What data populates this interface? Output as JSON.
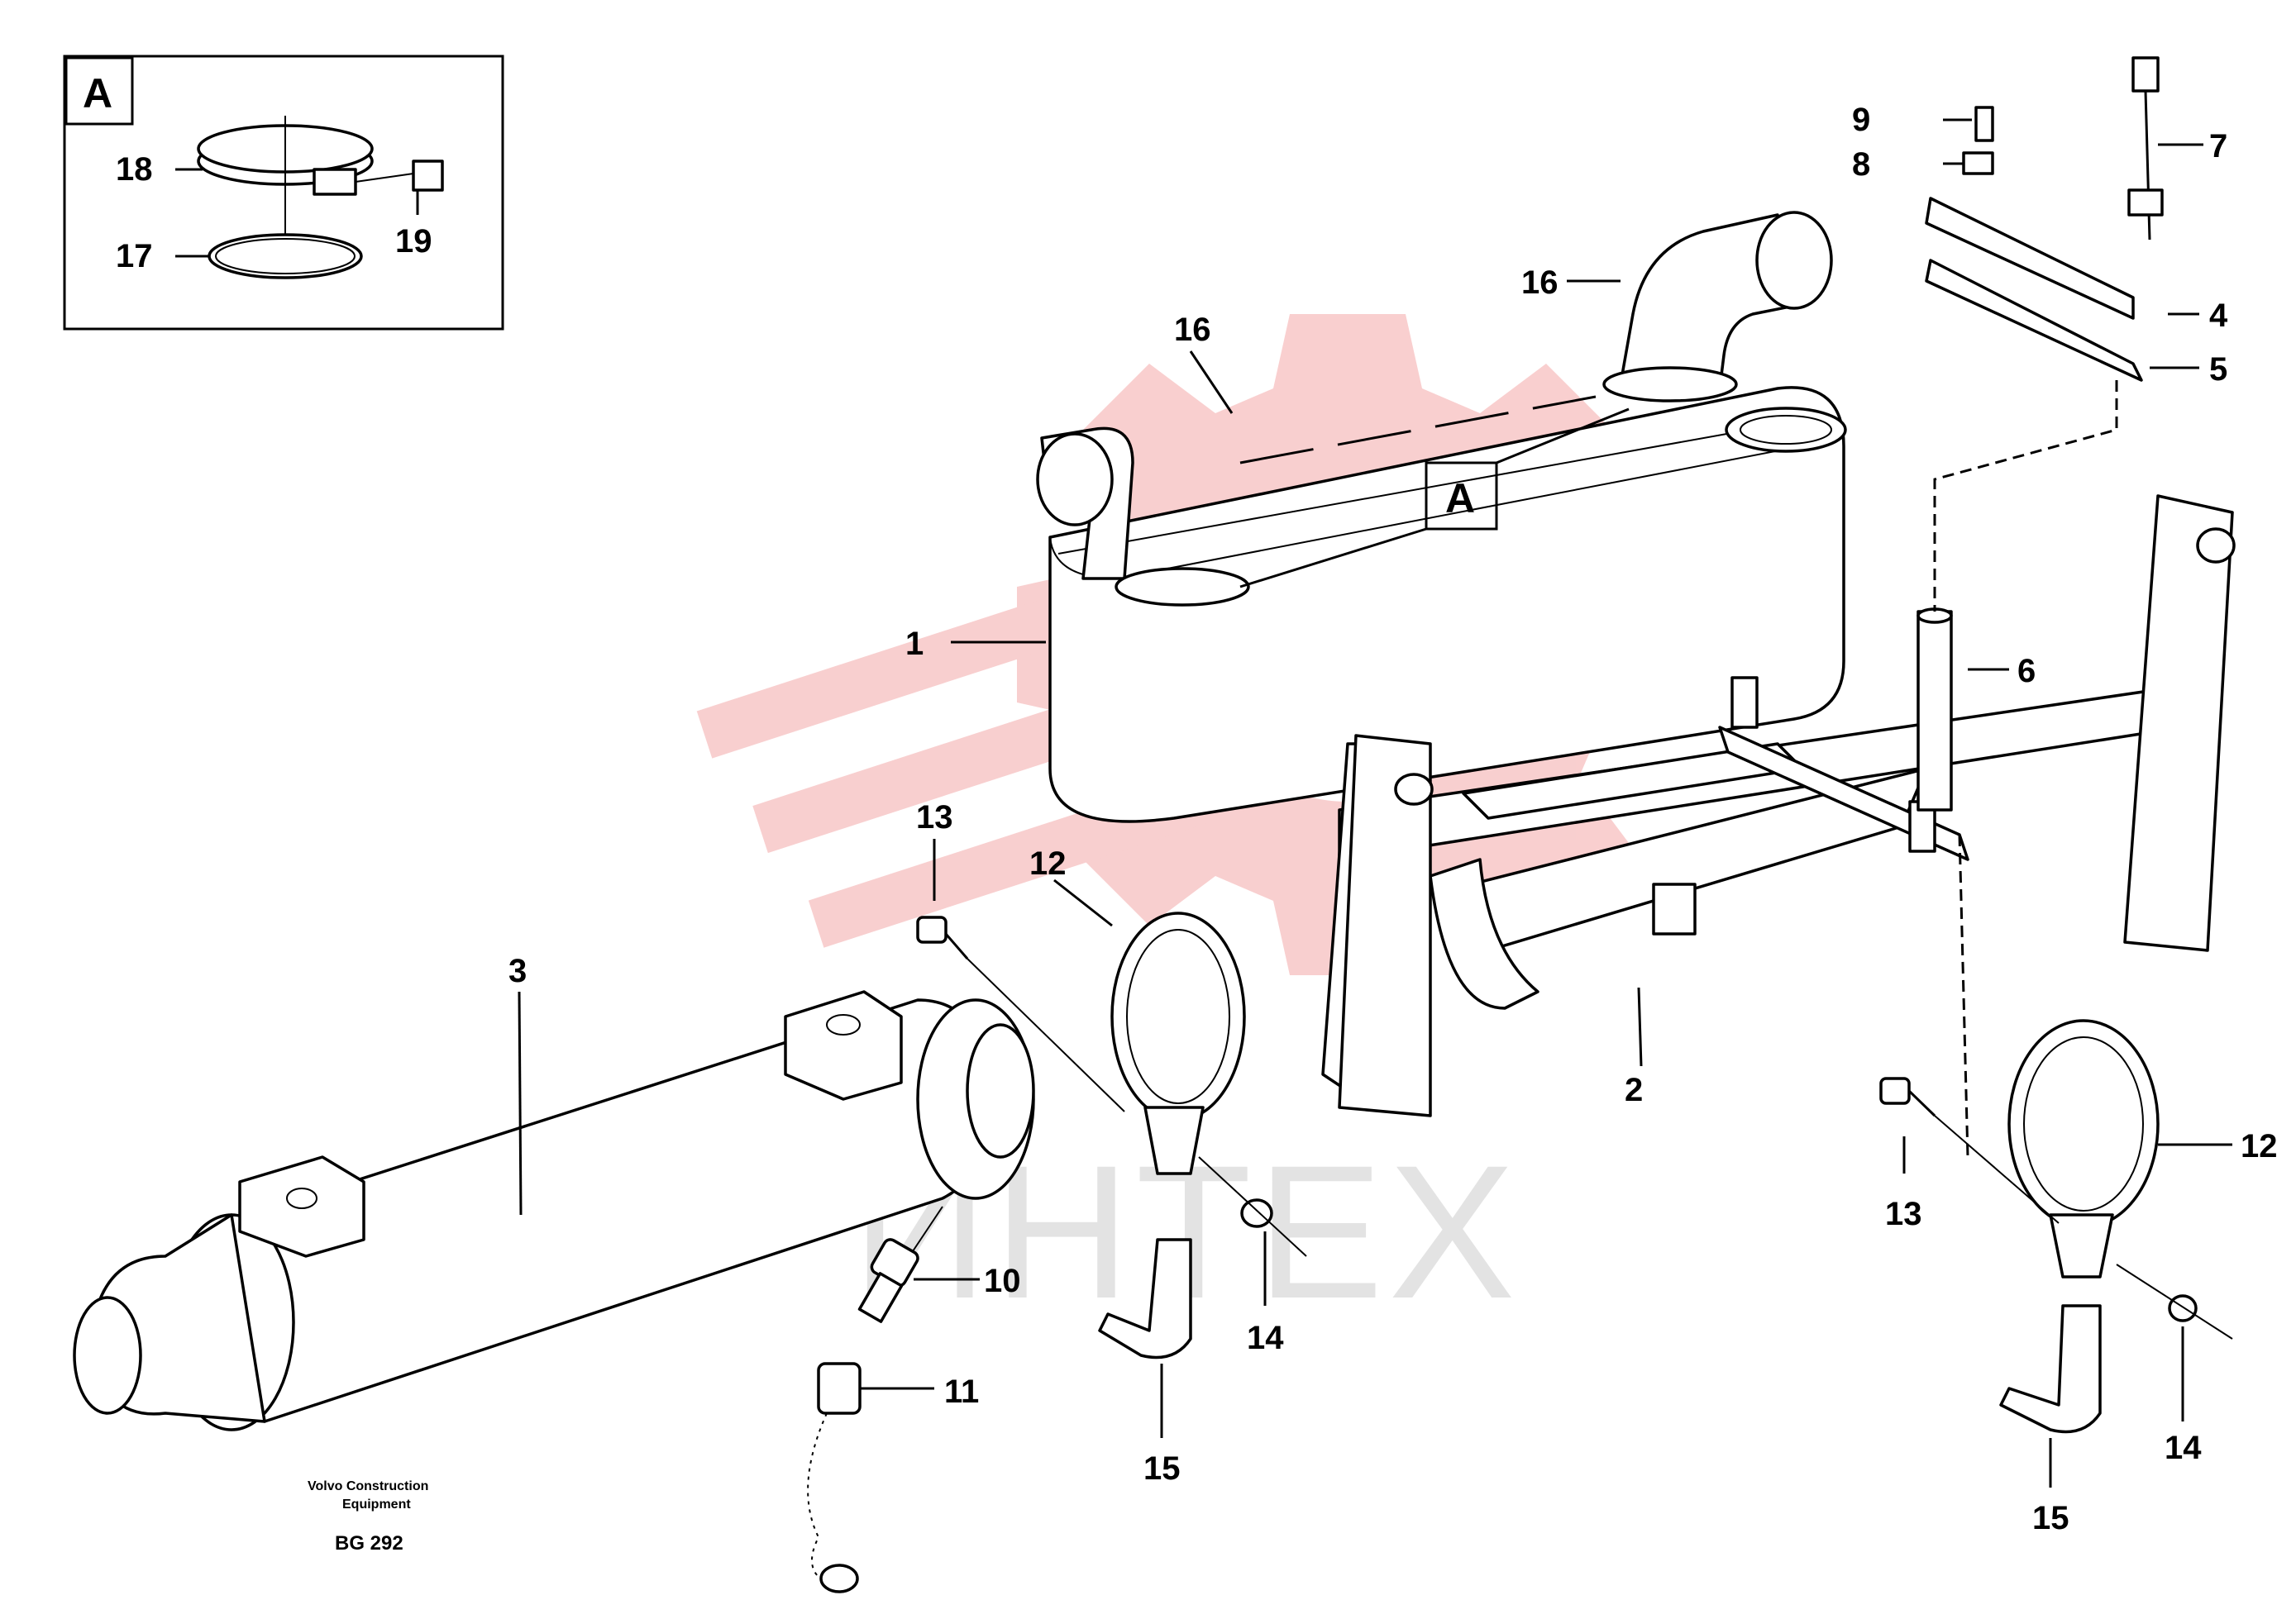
{
  "detail_box": {
    "label": "A",
    "callouts": {
      "c18": "18",
      "c19": "19",
      "c17": "17"
    }
  },
  "detail_ref_label": "A",
  "callouts": {
    "c1": "1",
    "c2": "2",
    "c3": "3",
    "c4": "4",
    "c5": "5",
    "c6": "6",
    "c7": "7",
    "c8": "8",
    "c9": "9",
    "c10": "10",
    "c11": "11",
    "c12a": "12",
    "c12b": "12",
    "c13a": "13",
    "c13b": "13",
    "c14a": "14",
    "c14b": "14",
    "c15a": "15",
    "c15b": "15",
    "c16a": "16",
    "c16b": "16"
  },
  "credit": {
    "line1": "Volvo Construction",
    "line2": "Equipment",
    "code": "BG 292"
  },
  "watermark": {
    "text": "ИНТЕХ",
    "color": "#f2b6b6"
  }
}
